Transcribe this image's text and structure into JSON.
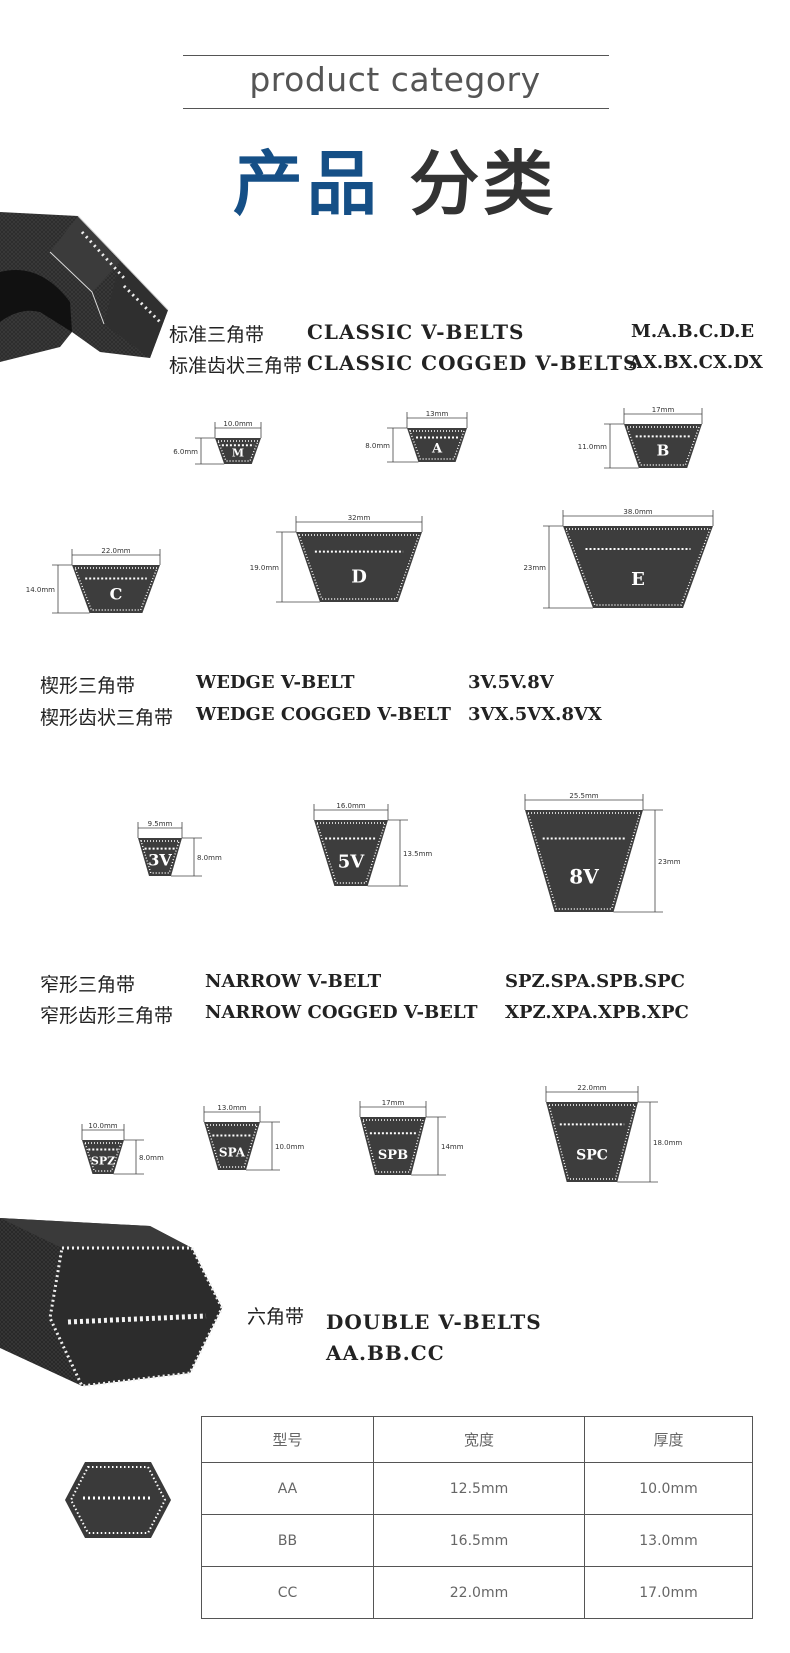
{
  "header": {
    "subtitle": "product category",
    "title_blue": "产品",
    "title_gray": "分类"
  },
  "classic": {
    "cn_1": "标准三角带",
    "en_1": "CLASSIC V-BELTS",
    "codes_1": "M.A.B.C.D.E",
    "cn_2": "标准齿状三角带",
    "en_2": "CLASSIC COGGED V-BELTS",
    "codes_2": "AX.BX.CX.DX",
    "belts": [
      {
        "label": "M",
        "width": "10.0mm",
        "height": "6.0mm"
      },
      {
        "label": "A",
        "width": "13mm",
        "height": "8.0mm"
      },
      {
        "label": "B",
        "width": "17mm",
        "height": "11.0mm"
      },
      {
        "label": "C",
        "width": "22.0mm",
        "height": "14.0mm"
      },
      {
        "label": "D",
        "width": "32mm",
        "height": "19.0mm"
      },
      {
        "label": "E",
        "width": "38.0mm",
        "height": "23mm"
      }
    ]
  },
  "wedge": {
    "cn_1": "楔形三角带",
    "en_1": "WEDGE V-BELT",
    "codes_1": "3V.5V.8V",
    "cn_2": "楔形齿状三角带",
    "en_2": "WEDGE COGGED V-BELT",
    "codes_2": "3VX.5VX.8VX",
    "belts": [
      {
        "label": "3V",
        "width": "9.5mm",
        "height": "8.0mm"
      },
      {
        "label": "5V",
        "width": "16.0mm",
        "height": "13.5mm"
      },
      {
        "label": "8V",
        "width": "25.5mm",
        "height": "23mm"
      }
    ]
  },
  "narrow": {
    "cn_1": "窄形三角带",
    "en_1": "NARROW V-BELT",
    "codes_1": "SPZ.SPA.SPB.SPC",
    "cn_2": "窄形齿形三角带",
    "en_2": "NARROW COGGED V-BELT",
    "codes_2": "XPZ.XPA.XPB.XPC",
    "belts": [
      {
        "label": "SPZ",
        "width": "10.0mm",
        "height": "8.0mm"
      },
      {
        "label": "SPA",
        "width": "13.0mm",
        "height": "10.0mm"
      },
      {
        "label": "SPB",
        "width": "17mm",
        "height": "14mm"
      },
      {
        "label": "SPC",
        "width": "22.0mm",
        "height": "18.0mm"
      }
    ]
  },
  "double": {
    "cn": "六角带",
    "en": "DOUBLE V-BELTS",
    "codes": "AA.BB.CC"
  },
  "table": {
    "headers": [
      "型号",
      "宽度",
      "厚度"
    ],
    "rows": [
      [
        "AA",
        "12.5mm",
        "10.0mm"
      ],
      [
        "BB",
        "16.5mm",
        "13.0mm"
      ],
      [
        "CC",
        "22.0mm",
        "17.0mm"
      ]
    ]
  }
}
